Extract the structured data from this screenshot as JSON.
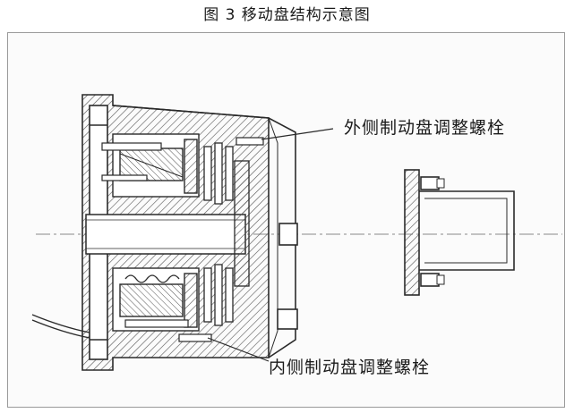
{
  "figure": {
    "caption": "图 3  移动盘结构示意图"
  },
  "labels": {
    "outer_adjust_bolt": "外侧制动盘调整螺栓",
    "inner_adjust_bolt": "内侧制动盘调整螺栓"
  },
  "colors": {
    "line": "#2a2a2a",
    "hatch": "#555555",
    "frame": "#9a9a9a"
  }
}
